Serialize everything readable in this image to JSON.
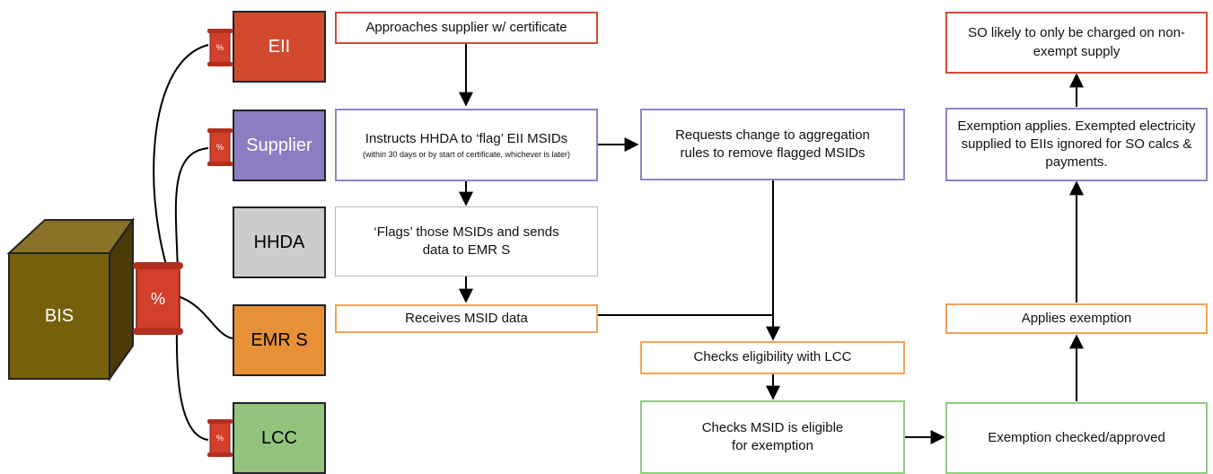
{
  "bis": {
    "label": "BIS",
    "scroll_label": "%"
  },
  "actors": [
    {
      "id": "eii",
      "label": "EII",
      "scroll_label": "%",
      "color": "#d24a2e",
      "text_color": "#ffffff"
    },
    {
      "id": "supplier",
      "label": "Supplier",
      "scroll_label": "%",
      "color": "#8e7cc3",
      "text_color": "#ffffff"
    },
    {
      "id": "hhda",
      "label": "HHDA",
      "color": "#cccccc",
      "text_color": "#000000"
    },
    {
      "id": "emrs",
      "label": "EMR S",
      "color": "#e69138",
      "text_color": "#000000"
    },
    {
      "id": "lcc",
      "label": "LCC",
      "scroll_label": "%",
      "color": "#93c47d",
      "text_color": "#000000"
    }
  ],
  "boxes": {
    "approaches": {
      "text": "Approaches supplier w/ certificate"
    },
    "instructs": {
      "text": "Instructs HHDA to ‘flag’ EII MSIDs",
      "sub": "(within 30 days or by start of certificate, whichever is later)"
    },
    "flags": {
      "text": "‘Flags’ those MSIDs and sends data to EMR S"
    },
    "receives": {
      "text": "Receives MSID data"
    },
    "requests": {
      "text": "Requests change to aggregation rules to remove flagged MSIDs"
    },
    "checks_lcc": {
      "text": "Checks eligibility with LCC"
    },
    "checks_msid": {
      "text": "Checks MSID is eligible for exemption"
    },
    "approved": {
      "text": "Exemption checked/approved"
    },
    "applies": {
      "text": "Applies exemption"
    },
    "exemption_applies": {
      "text": "Exemption applies. Exempted electricity supplied to EIIs ignored for SO calcs & payments."
    },
    "so_charged": {
      "text": "SO likely to only be charged on non-exempt supply"
    }
  }
}
